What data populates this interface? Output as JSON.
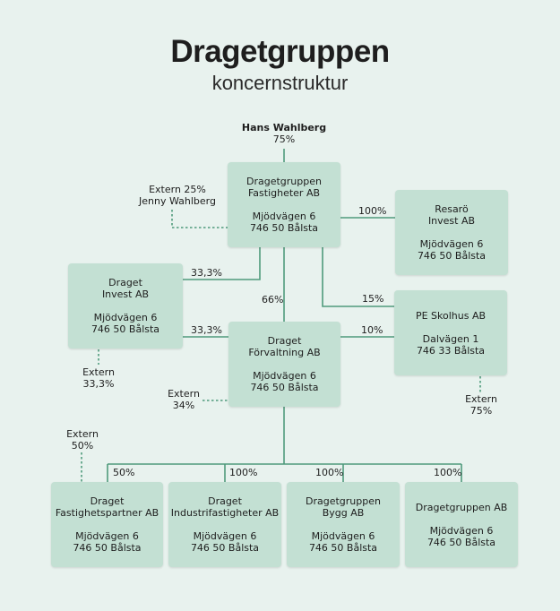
{
  "header": {
    "title": "Dragetgruppen",
    "subtitle": "koncernstruktur"
  },
  "owner": {
    "name": "Hans Wahlberg",
    "share": "75%"
  },
  "boxes": {
    "fastigheter": {
      "line1": "Dragetgruppen",
      "line2": "Fastigheter AB",
      "addr1": "Mjödvägen 6",
      "addr2": "746 50 Bålsta"
    },
    "resaro": {
      "line1": "Resarö",
      "line2": "Invest AB",
      "addr1": "Mjödvägen 6",
      "addr2": "746 50 Bålsta"
    },
    "invest": {
      "line1": "Draget",
      "line2": "Invest AB",
      "addr1": "Mjödvägen 6",
      "addr2": "746 50 Bålsta"
    },
    "skolhus": {
      "line1": "PE Skolhus AB",
      "addr1": "Dalvägen 1",
      "addr2": "746 33 Bålsta"
    },
    "forvaltning": {
      "line1": "Draget",
      "line2": "Förvaltning AB",
      "addr1": "Mjödvägen 6",
      "addr2": "746 50 Bålsta"
    },
    "fastighetspartner": {
      "line1": "Draget",
      "line2": "Fastighetspartner AB",
      "addr1": "Mjödvägen 6",
      "addr2": "746 50 Bålsta"
    },
    "industri": {
      "line1": "Draget",
      "line2": "Industrifastigheter AB",
      "addr1": "Mjödvägen 6",
      "addr2": "746 50 Bålsta"
    },
    "bygg": {
      "line1": "Dragetgruppen",
      "line2": "Bygg AB",
      "addr1": "Mjödvägen 6",
      "addr2": "746 50 Bålsta"
    },
    "dragetgruppenab": {
      "line1": "Dragetgruppen AB",
      "addr1": "Mjödvägen 6",
      "addr2": "746 50 Bålsta"
    }
  },
  "labels": {
    "extern_jenny_1": "Extern 25%",
    "extern_jenny_2": "Jenny Wahlberg",
    "resaro_share": "100%",
    "invest_share_top": "33,3%",
    "invest_share_mid": "33,3%",
    "forv_share": "66%",
    "skolhus_share_top": "15%",
    "skolhus_share_mid": "10%",
    "invest_extern_1": "Extern",
    "invest_extern_2": "33,3%",
    "forv_extern_1": "Extern",
    "forv_extern_2": "34%",
    "skolhus_extern_1": "Extern",
    "skolhus_extern_2": "75%",
    "partner_extern_1": "Extern",
    "partner_extern_2": "50%",
    "partner_share": "50%",
    "industri_share": "100%",
    "bygg_share": "100%",
    "gruppen_share": "100%"
  },
  "colors": {
    "background": "#e8f2ee",
    "box": "#c3e0d3",
    "line": "#4f9a7c"
  }
}
